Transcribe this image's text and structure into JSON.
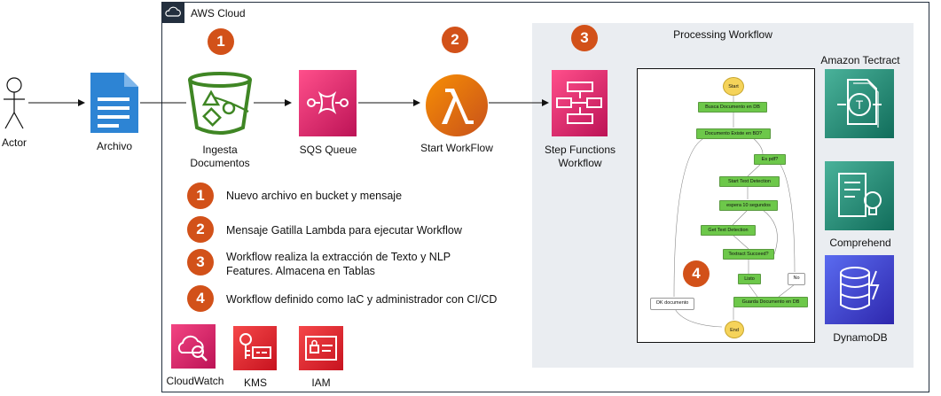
{
  "cloud": {
    "title": "AWS Cloud"
  },
  "actor": {
    "label": "Actor"
  },
  "file": {
    "label": "Archivo"
  },
  "ingesta": {
    "label_line1": "Ingesta",
    "label_line2": "Documentos",
    "step": "1"
  },
  "sqs": {
    "label": "SQS Queue"
  },
  "lambda": {
    "label": "Start WorkFlow",
    "step": "2"
  },
  "stepfunctions": {
    "label_line1": "Step Functions",
    "label_line2": "Workflow",
    "step": "3"
  },
  "processing": {
    "title": "Processing Workflow",
    "step": "4"
  },
  "services": {
    "textract": "Amazon Tectract",
    "comprehend": "Comprehend",
    "dynamodb": "DynamoDB",
    "cloudwatch": "CloudWatch",
    "kms": "KMS",
    "iam": "IAM"
  },
  "legend": [
    {
      "num": "1",
      "line1": "Nuevo archivo en bucket y mensaje",
      "line2": ""
    },
    {
      "num": "2",
      "line1": "Mensaje Gatilla Lambda para ejecutar Workflow",
      "line2": ""
    },
    {
      "num": "3",
      "line1": "Workflow realiza la extracción de Texto y NLP",
      "line2": "Features. Almacena en Tablas"
    },
    {
      "num": "4",
      "line1": "Workflow definido como IaC y administrador con CI/CD",
      "line2": ""
    }
  ],
  "workflow": {
    "start": "Start",
    "end": "End",
    "busca": "Busca Documento en DB",
    "existe": "Documento Existe en BD?",
    "espdf": "Es pdf?",
    "starttext": "Start Text Detection",
    "espera": "espera 10 segundos",
    "gettext": "Get Text Detection",
    "succeed": "Textract Succeed?",
    "listo": "Listo",
    "no": "No",
    "ok": "OK documento",
    "guarda": "Guarda Documento en DB"
  },
  "colors": {
    "step_badge": "#d25119",
    "s3": "#3f8624",
    "sqs": "#e7157b",
    "lambda": "#ed7100",
    "stepfunctions": "#e7157b",
    "ml": "#01a88d",
    "dynamodb": "#3b48cc",
    "security": "#dd344c",
    "panel": "#eaedf1"
  }
}
